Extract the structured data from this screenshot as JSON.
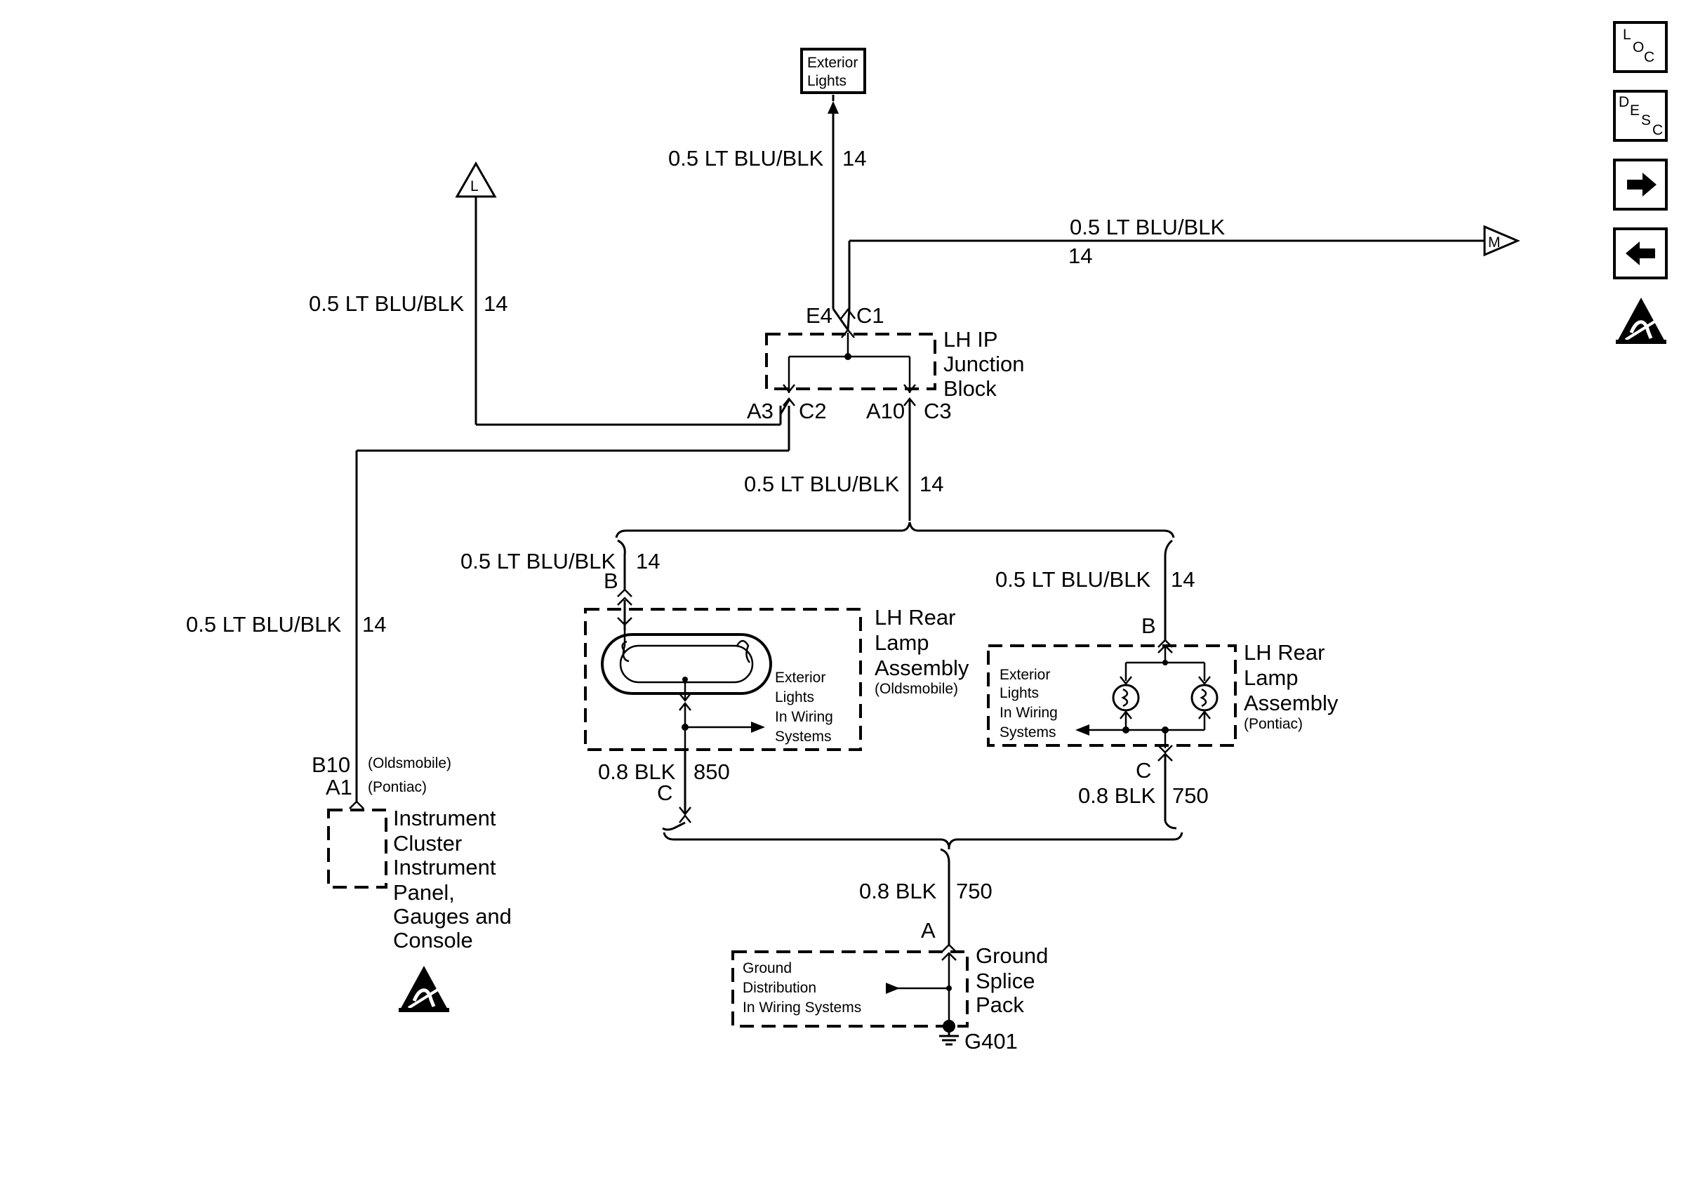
{
  "wires": {
    "top_exterior": {
      "gauge": "0.5 LT BLU/BLK",
      "circuit": "14"
    },
    "to_m": {
      "gauge": "0.5 LT BLU/BLK",
      "circuit": "14"
    },
    "to_l": {
      "gauge": "0.5 LT BLU/BLK",
      "circuit": "14"
    },
    "c3_down": {
      "gauge": "0.5 LT BLU/BLK",
      "circuit": "14"
    },
    "olds_lamp_feed": {
      "gauge": "0.5 LT BLU/BLK",
      "circuit": "14"
    },
    "pont_lamp_feed": {
      "gauge": "0.5 LT BLU/BLK",
      "circuit": "14"
    },
    "cluster_feed": {
      "gauge": "0.5 LT BLU/BLK",
      "circuit": "14"
    },
    "olds_ground": {
      "gauge": "0.8 BLK",
      "circuit": "850"
    },
    "pont_ground": {
      "gauge": "0.8 BLK",
      "circuit": "750"
    },
    "splice_ground": {
      "gauge": "0.8 BLK",
      "circuit": "750"
    }
  },
  "connectors": {
    "e4": "E4",
    "c1": "C1",
    "a3": "A3",
    "c2": "C2",
    "a10": "A10",
    "c3": "C3",
    "olds_b": "B",
    "olds_c": "C",
    "pont_b": "B",
    "pont_c": "C",
    "cluster_b10": "B10",
    "cluster_a1": "A1",
    "splice_a": "A",
    "ground": "G401",
    "olds_note": "(Oldsmobile)",
    "pont_note": "(Pontiac)"
  },
  "components": {
    "exterior_lights_box": [
      "Exterior",
      "Lights"
    ],
    "junction_block": [
      "LH IP",
      "Junction",
      "Block"
    ],
    "olds_lamp": [
      "LH Rear",
      "Lamp",
      "Assembly"
    ],
    "olds_lamp_note": "(Oldsmobile)",
    "olds_lamp_ref": [
      "Exterior",
      "Lights",
      "In Wiring",
      "Systems"
    ],
    "pont_lamp": [
      "LH Rear",
      "Lamp",
      "Assembly"
    ],
    "pont_lamp_note": "(Pontiac)",
    "pont_lamp_ref": [
      "Exterior",
      "Lights",
      "In Wiring",
      "Systems"
    ],
    "cluster": [
      "Instrument",
      "Cluster",
      "Instrument",
      "Panel,",
      "Gauges and",
      "Console"
    ],
    "splice_pack": [
      "Ground",
      "Splice",
      "Pack"
    ],
    "splice_ref": [
      "Ground",
      "Distribution",
      "In Wiring Systems"
    ]
  },
  "offpage": {
    "l": "L",
    "m": "M"
  },
  "nav": {
    "loc": {
      "l": "L",
      "o": "O",
      "c": "C"
    },
    "desc": {
      "d": "D",
      "e": "E",
      "s": "S",
      "c": "C"
    }
  },
  "icons": [
    "esd-warning-icon",
    "arrow-right-icon",
    "arrow-left-icon"
  ]
}
